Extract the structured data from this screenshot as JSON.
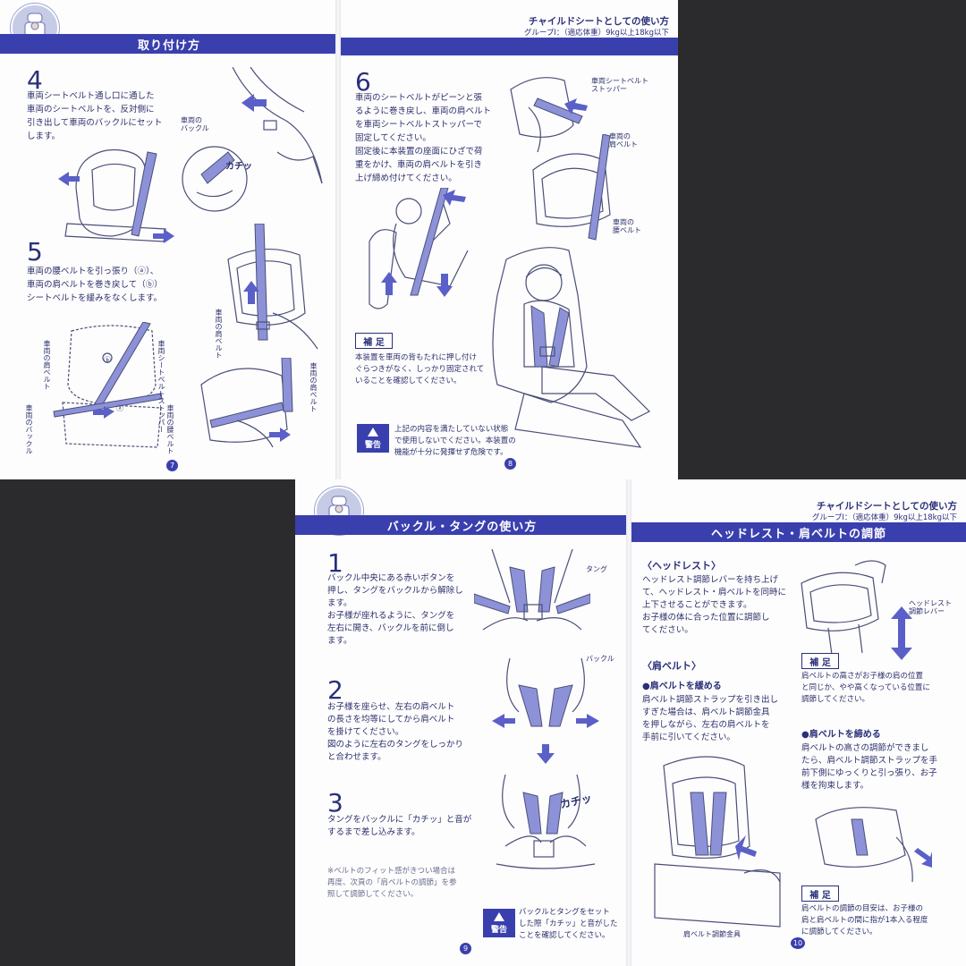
{
  "top_spread": {
    "left_page": {
      "header": "取り付け方",
      "step4": {
        "num": "4",
        "text": "車両シートベルト通し口に通した\n車両のシートベルトを、反対側に\n引き出して車両のバックルにセット\nします。"
      },
      "step5": {
        "num": "5",
        "text": "車両の腰ベルトを引っ張り（ⓐ）、\n車両の肩ベルトを巻き戻して（ⓑ）\nシートベルトを緩みをなくします。"
      },
      "labels": {
        "vehicle_buckle": "車両の\nバックル",
        "click": "カチッ",
        "vehicle_shoulder_belt": "車両の肩ベルト",
        "seatbelt_stopper": "車両シートベルトストッパー",
        "vehicle_lap_belt": "車両の腰ベルト",
        "vehicle_buckle_v": "車両のバックル",
        "a": "ⓐ",
        "b": "ⓑ",
        "shoulder_v": "車両の肩ベルト",
        "shoulder_v2": "車両の肩ベルト"
      },
      "page_number": "7"
    },
    "right_page": {
      "header_title": "チャイルドシートとしての使い方",
      "header_sub": "グループⅠ：（適応体重）9kg以上18kg以下",
      "step6": {
        "num": "6",
        "text": "車両のシートベルトがピーンと張\nるように巻き戻し、車両の肩ベルト\nを車両シートベルトストッパーで\n固定してください。\n固定後に本装置の座面にひざで荷\n重をかけ、車両の肩ベルトを引き\n上げ締め付けてください。"
      },
      "labels": {
        "stopper": "車両シートベルト\nストッパー",
        "shoulder": "車両の\n肩ベルト",
        "lap": "車両の\n腰ベルト"
      },
      "hosoku_label": "補 足",
      "hosoku_text": "本装置を車両の背もたれに押し付け\nぐらつきがなく、しっかり固定されて\nいることを確認してください。",
      "warning_label": "警告",
      "warning_text": "上記の内容を満たしていない状態\nで使用しないでください。本装置の\n機能が十分に発揮せず危険です。",
      "page_number": "8"
    }
  },
  "bottom_spread": {
    "left_page": {
      "header": "バックル・タングの使い方",
      "step1": {
        "num": "1",
        "text": "バックル中央にある赤いボタンを\n押し、タングをバックルから解除し\nます。\nお子様が座れるように、タングを\n左右に開き、バックルを前に倒し\nます。"
      },
      "step2": {
        "num": "2",
        "text": "お子様を座らせ、左右の肩ベルト\nの長さを均等にしてから肩ベルト\nを掛けてください。\n図のように左右のタングをしっかり\nと合わせます。"
      },
      "step3": {
        "num": "3",
        "text": "タングをバックルに「カチッ」と音が\nするまで差し込みます。"
      },
      "note": "※ベルトのフィット感がきつい場合は\n再度、次頁の「肩ベルトの調節」を参\n照して調節してください。",
      "labels": {
        "tongue": "タング",
        "buckle": "バックル",
        "click": "カチッ"
      },
      "warning_label": "警告",
      "warning_text": "バックルとタングをセット\nした際「カチッ」と音がした\nことを確認してください。",
      "page_number": "9"
    },
    "right_page": {
      "header_title": "チャイルドシートとしての使い方",
      "header_sub": "グループⅠ：（適応体重）9kg以上18kg以下",
      "band": "ヘッドレスト・肩ベルトの調節",
      "headrest_h": "〈ヘッドレスト〉",
      "headrest_text": "ヘッドレスト調節レバーを持ち上げ\nて、ヘッドレスト・肩ベルトを同時に\n上下させることができます。\nお子様の体に合った位置に調節し\nてください。",
      "lever_label": "ヘッドレスト\n調節レバー",
      "hosoku1_label": "補 足",
      "hosoku1_text": "肩ベルトの高さがお子様の肩の位置\nと同じか、やや高くなっている位置に\n調節してください。",
      "shoulder_h": "〈肩ベルト〉",
      "loosen_h": "●肩ベルトを緩める",
      "loosen_text": "肩ベルト調節ストラップを引き出し\nすぎた場合は、肩ベルト調節金具\nを押しながら、左右の肩ベルトを\n手前に引いてください。",
      "tighten_h": "●肩ベルトを締める",
      "tighten_text": "肩ベルトの高さの調節ができまし\nたら、肩ベルト調節ストラップを手\n前下側にゆっくりと引っ張り、お子\n様を拘束します。",
      "metal_label": "肩ベルト調節金具",
      "hosoku2_label": "補 足",
      "hosoku2_text": "肩ベルトの調節の目安は、お子様の\n肩と肩ベルトの間に指が1本入る程度\nに調節してください。",
      "page_number": "10"
    }
  }
}
